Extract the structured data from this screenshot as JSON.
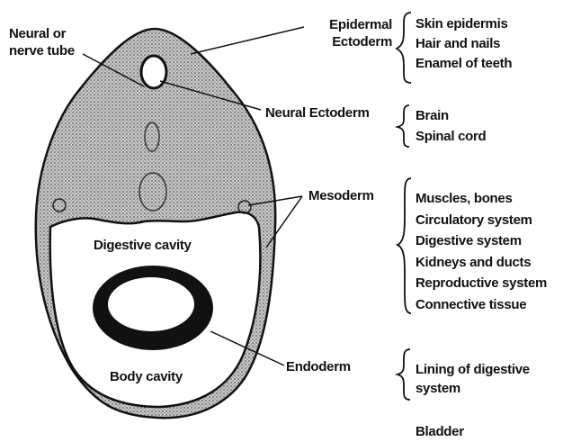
{
  "labels": {
    "neural_tube": [
      "Neural or",
      "nerve tube"
    ],
    "epidermal_ectoderm": [
      "Epidermal",
      "Ectoderm"
    ],
    "neural_ectoderm": "Neural Ectoderm",
    "mesoderm": "Mesoderm",
    "endoderm": "Endoderm",
    "digestive_cavity": "Digestive cavity",
    "body_cavity": "Body cavity"
  },
  "derivatives": {
    "epidermal_ectoderm": [
      "Skin epidermis",
      "Hair and nails",
      "Enamel of teeth"
    ],
    "neural_ectoderm": [
      "Brain",
      "Spinal cord"
    ],
    "mesoderm": [
      "Muscles, bones",
      "Circulatory system",
      "Digestive system",
      "Kidneys and ducts",
      "Reproductive system",
      "Connective tissue"
    ],
    "endoderm": [
      "Lining of digestive",
      "system",
      "Bladder"
    ]
  },
  "colors": {
    "ink": "#111111",
    "stipple": "#8a8a8a",
    "background": "#ffffff"
  }
}
